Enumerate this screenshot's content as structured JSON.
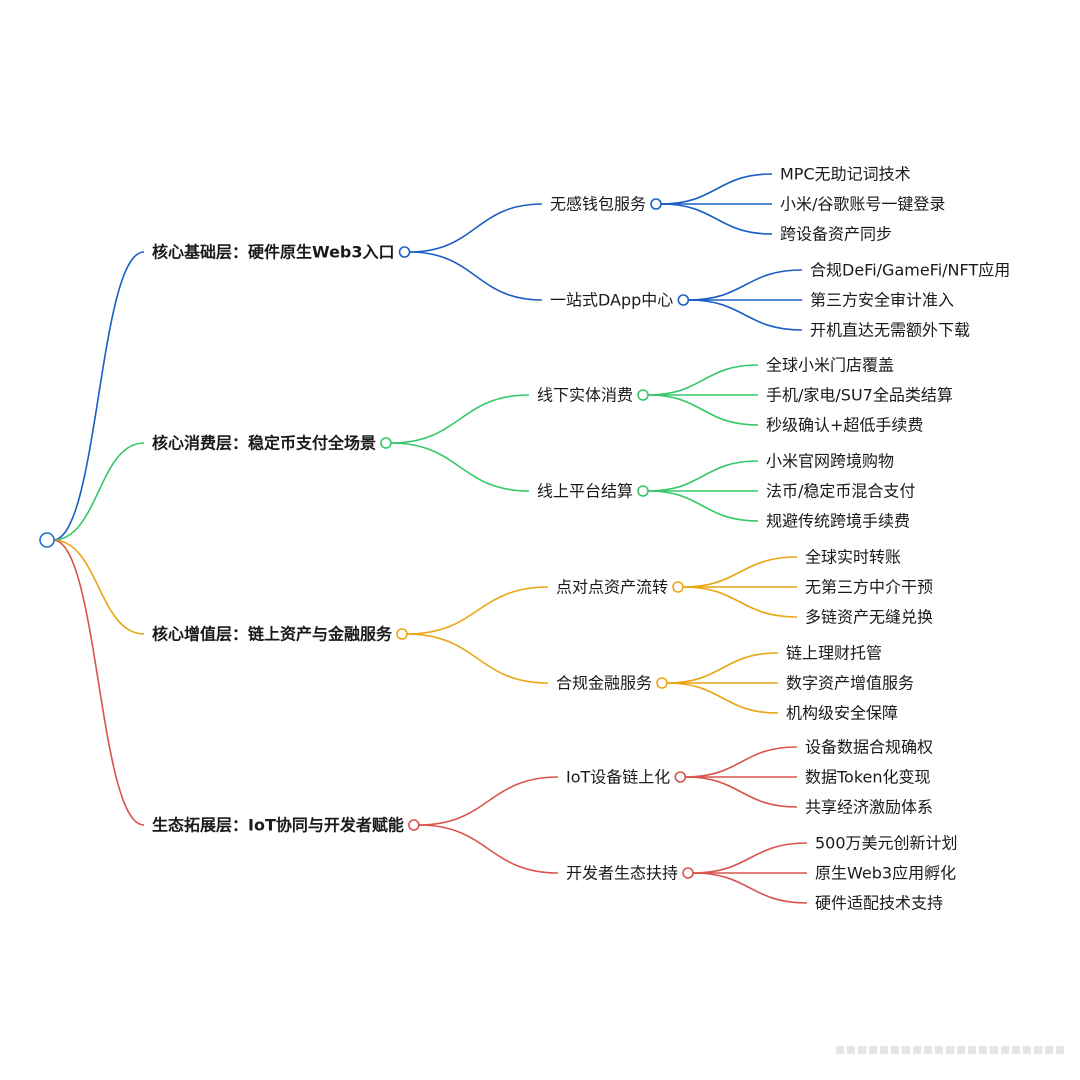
{
  "colors": {
    "root": "#1f6fd6",
    "branch_1": "#1b5fc4",
    "branch_2": "#36c76a",
    "branch_3": "#e9a514",
    "branch_4": "#d9544d"
  },
  "mindmap": {
    "branches": [
      {
        "label": "核心基础层：硬件原生Web3入口",
        "children": [
          {
            "label": "无感钱包服务",
            "leaves": [
              "MPC无助记词技术",
              "小米/谷歌账号一键登录",
              "跨设备资产同步"
            ]
          },
          {
            "label": "一站式DApp中心",
            "leaves": [
              "合规DeFi/GameFi/NFT应用",
              "第三方安全审计准入",
              "开机直达无需额外下载"
            ]
          }
        ]
      },
      {
        "label": "核心消费层：稳定币支付全场景",
        "children": [
          {
            "label": "线下实体消费",
            "leaves": [
              "全球小米门店覆盖",
              "手机/家电/SU7全品类结算",
              "秒级确认+超低手续费"
            ]
          },
          {
            "label": "线上平台结算",
            "leaves": [
              "小米官网跨境购物",
              "法币/稳定币混合支付",
              "规避传统跨境手续费"
            ]
          }
        ]
      },
      {
        "label": "核心增值层：链上资产与金融服务",
        "children": [
          {
            "label": "点对点资产流转",
            "leaves": [
              "全球实时转账",
              "无第三方中介干预",
              "多链资产无缝兑换"
            ]
          },
          {
            "label": "合规金融服务",
            "leaves": [
              "链上理财托管",
              "数字资产增值服务",
              "机构级安全保障"
            ]
          }
        ]
      },
      {
        "label": "生态拓展层：IoT协同与开发者赋能",
        "children": [
          {
            "label": "IoT设备链上化",
            "leaves": [
              "设备数据合规确权",
              "数据Token化变现",
              "共享经济激励体系"
            ]
          },
          {
            "label": "开发者生态扶持",
            "leaves": [
              "500万美元创新计划",
              "原生Web3应用孵化",
              "硬件适配技术支持"
            ]
          }
        ]
      }
    ]
  }
}
